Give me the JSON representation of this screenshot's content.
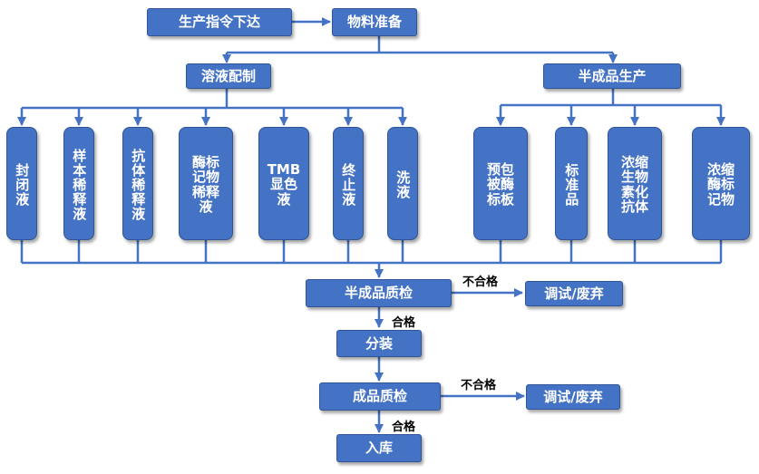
{
  "nodes": {
    "issue": "生产指令下达",
    "prep": "物料准备",
    "solution": "溶液配制",
    "semi_prod": "半成品生产",
    "blocking": "封闭液",
    "sample_diluent": "样本稀释液",
    "ab_diluent": "抗体稀释液",
    "enzyme_diluent": "酶标\n记物\n稀释\n液",
    "tmb": "TMB\n显色\n液",
    "stop": "终止液",
    "wash": "洗液",
    "coated_plate": "预包\n被酶\n标板",
    "standard": "标准品",
    "conc_antibody": "浓缩\n生物\n素化\n抗体",
    "conc_enzyme": "浓缩\n酶标\n记物",
    "semi_qc": "半成品质检",
    "debug1": "调试/废弃",
    "packaging": "分装",
    "final_qc": "成品质检",
    "debug2": "调试/废弃",
    "storage": "入库"
  },
  "labels": {
    "fail1": "不合格",
    "pass1": "合格",
    "fail2": "不合格",
    "pass2": "合格"
  },
  "colors": {
    "box_fill": "#4472c4",
    "box_border": "#2f5597",
    "line": "#4472c4",
    "text": "#ffffff"
  }
}
